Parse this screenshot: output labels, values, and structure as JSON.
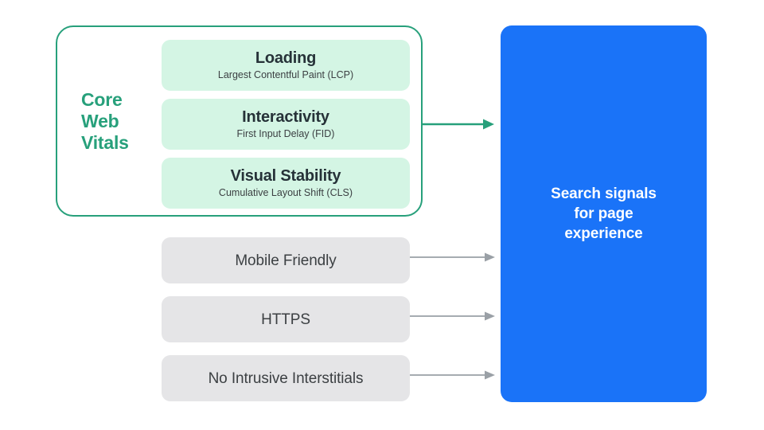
{
  "diagram": {
    "title": "Search signals for page experience",
    "colors": {
      "green_border": "#27A07B",
      "green_text": "#27A07B",
      "green_card_fill": "#D4F5E4",
      "gray_card_fill": "#E5E5E7",
      "blue_panel_fill": "#1A73F8",
      "arrow_gray": "#9AA0A6",
      "text_dark": "#3C4043",
      "text_white": "#FFFFFF"
    }
  },
  "core_web_vitals": {
    "group_label": "Core\nWeb\nVitals",
    "metrics": [
      {
        "title": "Loading",
        "subtitle": "Largest Contentful Paint (LCP)"
      },
      {
        "title": "Interactivity",
        "subtitle": "First Input Delay (FID)"
      },
      {
        "title": "Visual Stability",
        "subtitle": "Cumulative Layout Shift (CLS)"
      }
    ]
  },
  "other_signals": [
    {
      "label": "Mobile Friendly"
    },
    {
      "label": "HTTPS"
    },
    {
      "label": "No Intrusive Interstitials"
    }
  ],
  "destination": {
    "text": "Search signals\nfor page\nexperience"
  }
}
